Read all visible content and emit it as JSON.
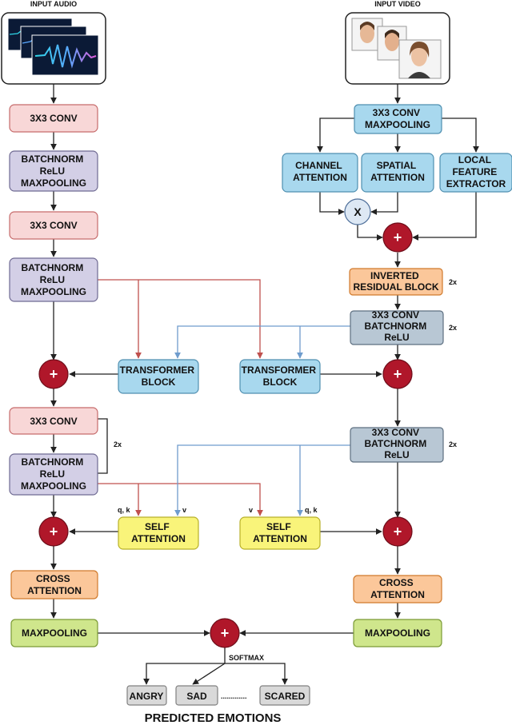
{
  "inputs": {
    "audio_label": "INPUT AUDIO",
    "video_label": "INPUT VIDEO"
  },
  "audio": {
    "conv1": "3X3 CONV",
    "bn1": [
      "BATCHNORM",
      "ReLU",
      "MAXPOOLING"
    ],
    "conv2": "3X3 CONV",
    "bn2": [
      "BATCHNORM",
      "ReLU",
      "MAXPOOLING"
    ],
    "conv3": "3X3 CONV",
    "bn3": [
      "BATCHNORM",
      "ReLU",
      "MAXPOOLING"
    ],
    "repeat": "2x",
    "cross_attention": [
      "CROSS",
      "ATTENTION"
    ],
    "maxpool": "MAXPOOLING"
  },
  "video": {
    "conv_pool": [
      "3X3 CONV",
      "MAXPOOLING"
    ],
    "channel_attention": [
      "CHANNEL",
      "ATTENTION"
    ],
    "spatial_attention": [
      "SPATIAL",
      "ATTENTION"
    ],
    "local_feature": [
      "LOCAL",
      "FEATURE",
      "EXTRACTOR"
    ],
    "multiply": "X",
    "inverted_residual": [
      "INVERTED",
      "RESIDUAL BLOCK"
    ],
    "inverted_repeat": "2x",
    "conv_bn1": [
      "3X3 CONV",
      "BATCHNORM",
      "ReLU"
    ],
    "conv_bn1_repeat": "2x",
    "conv_bn2": [
      "3X3 CONV",
      "BATCHNORM",
      "ReLU"
    ],
    "conv_bn2_repeat": "2x",
    "cross_attention": [
      "CROSS",
      "ATTENTION"
    ],
    "maxpool": "MAXPOOLING"
  },
  "transformers": {
    "left": [
      "TRANSFORMER",
      "BLOCK"
    ],
    "right": [
      "TRANSFORMER",
      "BLOCK"
    ]
  },
  "self_attention": {
    "left": [
      "SELF",
      "ATTENTION"
    ],
    "right": [
      "SELF",
      "ATTENTION"
    ],
    "left_qk": "q, k",
    "left_v": "v",
    "right_v": "v",
    "right_qk": "q, k"
  },
  "fusion": {
    "plus": "+",
    "softmax": "SOFTMAX"
  },
  "outputs": {
    "emotions": [
      "ANGRY",
      "SAD",
      "SCARED"
    ],
    "dots": ".............",
    "title": "PREDICTED EMOTIONS"
  },
  "colors": {
    "conv_fill": "#f8d7d7",
    "conv_stroke": "#c66b6b",
    "bn_fill": "#d3cfe6",
    "bn_stroke": "#6f6a92",
    "blue_fill": "#a8d8ee",
    "blue_stroke": "#4f8fb0",
    "orange_fill": "#fbc79a",
    "orange_stroke": "#d07a2c",
    "steel_fill": "#b8c7d4",
    "steel_stroke": "#5d6f80",
    "yellow_fill": "#f9f47a",
    "yellow_stroke": "#b7b02a",
    "green_fill": "#cfe68c",
    "green_stroke": "#7a9a35",
    "gray_fill": "#d9d9d9",
    "gray_stroke": "#808080",
    "plus_fill": "#b0172a",
    "red_line": "#c0504d",
    "blue_line": "#6f9ccd"
  }
}
